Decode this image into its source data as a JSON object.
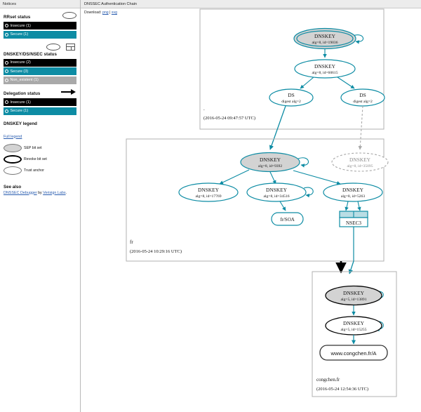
{
  "sidebar": {
    "header": "Notices",
    "sections": [
      {
        "title": "RRset status",
        "icon": "ellipse-outline-icon",
        "rows": [
          {
            "label": "Insecure (1)",
            "kind": "insecure"
          },
          {
            "label": "Secure (1)",
            "kind": "secure"
          }
        ]
      },
      {
        "title": "DNSKEY/DS/NSEC status",
        "icon": "ellipse-and-rect-icon",
        "rows": [
          {
            "label": "Insecure (2)",
            "kind": "insecure"
          },
          {
            "label": "Secure (3)",
            "kind": "secure"
          },
          {
            "label": "Non_existent (1)",
            "kind": "nonexist"
          }
        ]
      },
      {
        "title": "Delegation status",
        "icon": "arrow-right-icon",
        "rows": [
          {
            "label": "Insecure (1)",
            "kind": "insecure"
          },
          {
            "label": "Secure (1)",
            "kind": "secure"
          }
        ]
      }
    ],
    "legend": {
      "title": "DNSKEY legend",
      "full_legend_link": "Full legend",
      "items": [
        {
          "label": "SEP bit set",
          "shape": "sep"
        },
        {
          "label": "Revoke bit set",
          "shape": "revoke"
        },
        {
          "label": "Trust anchor",
          "shape": "anchor"
        }
      ]
    },
    "see_also": {
      "title": "See also",
      "link_text": "DNSSEC Debugger",
      "mid_text": " by ",
      "link2_text": "Verisign Labs",
      "suffix": "."
    }
  },
  "main": {
    "header": "DNSSEC Authentication Chain",
    "download_label": "Download:",
    "download_png": "png",
    "download_sep": "|",
    "download_svg": "svg"
  },
  "colors": {
    "secure": "#0d8ca4",
    "insecure": "#000000",
    "nonexistent": "#a9a9a9",
    "sep_fill": "#d3d3d3",
    "cluster_border": "#b0b0b0"
  },
  "graph": {
    "zones": [
      {
        "name": "root-zone",
        "label": ".",
        "timestamp": "(2016-05-24 09:47:57 UTC)"
      },
      {
        "name": "fr-zone",
        "label": "fr",
        "timestamp": "(2016-05-24 10:29:16 UTC)"
      },
      {
        "name": "congchen-zone",
        "label": "congchen.fr",
        "timestamp": "(2016-05-24 12:54:36 UTC)"
      }
    ],
    "nodes": [
      {
        "id": "root-ksk",
        "type": "DNSKEY",
        "title": "DNSKEY",
        "sub": "alg=8, id=19036",
        "status": "secure",
        "sep": true
      },
      {
        "id": "root-zsk",
        "type": "DNSKEY",
        "title": "DNSKEY",
        "sub": "alg=8, id=60615",
        "status": "secure",
        "sep": false
      },
      {
        "id": "ds-left",
        "type": "DS",
        "title": "DS",
        "sub": "digest alg=2",
        "status": "secure",
        "sep": false
      },
      {
        "id": "ds-right",
        "type": "DS",
        "title": "DS",
        "sub": "digest alg=2",
        "status": "secure",
        "sep": false
      },
      {
        "id": "fr-ksk",
        "type": "DNSKEY",
        "title": "DNSKEY",
        "sub": "alg=8, id=9392",
        "status": "secure",
        "sep": true
      },
      {
        "id": "fr-ghost",
        "type": "DNSKEY",
        "title": "DNSKEY",
        "sub": "alg=8, id=35095",
        "status": "nonexistent",
        "sep": false
      },
      {
        "id": "fr-k17769",
        "type": "DNSKEY",
        "title": "DNSKEY",
        "sub": "alg=8, id=17769",
        "status": "secure",
        "sep": false
      },
      {
        "id": "fr-k34516",
        "type": "DNSKEY",
        "title": "DNSKEY",
        "sub": "alg=8, id=34516",
        "status": "secure",
        "sep": false
      },
      {
        "id": "fr-k5263",
        "type": "DNSKEY",
        "title": "DNSKEY",
        "sub": "alg=8, id=5263",
        "status": "secure",
        "sep": false
      },
      {
        "id": "fr-soa",
        "type": "RRset",
        "title": "fr/SOA",
        "sub": "",
        "status": "secure",
        "sep": false
      },
      {
        "id": "nsec3",
        "type": "NSEC3",
        "title": "NSEC3",
        "sub": "",
        "status": "secure",
        "sep": false
      },
      {
        "id": "cf-ksk",
        "type": "DNSKEY",
        "title": "DNSKEY",
        "sub": "alg=5, id=13891",
        "status": "insecure",
        "sep": true
      },
      {
        "id": "cf-zsk",
        "type": "DNSKEY",
        "title": "DNSKEY",
        "sub": "alg=5, id=15255",
        "status": "insecure",
        "sep": false
      },
      {
        "id": "cf-a",
        "type": "RRset",
        "title": "www.congchen.fr/A",
        "sub": "",
        "status": "insecure",
        "sep": false
      }
    ]
  }
}
